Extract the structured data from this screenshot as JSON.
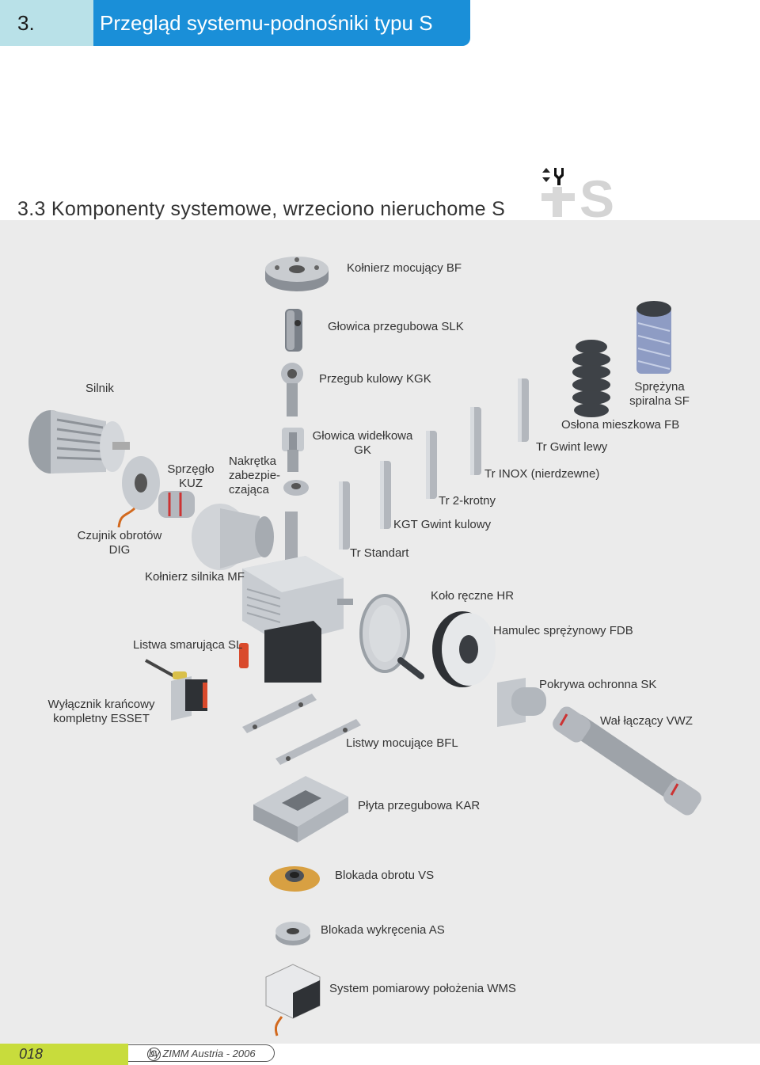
{
  "header": {
    "number": "3.",
    "title": "Przegląd systemu-podnośniki typu S"
  },
  "section": {
    "title": "3.3 Komponenty systemowe, wrzeciono nieruchome S",
    "logo_letter": "S"
  },
  "labels": {
    "bf": "Kołnierz mocujący BF",
    "slk": "Głowica przegubowa SLK",
    "silnik": "Silnik",
    "kgk": "Przegub kulowy KGK",
    "sf": "Sprężyna spiralna SF",
    "fb": "Osłona mieszkowa FB",
    "gk": "Głowica widełkowa GK",
    "tr_lewy": "Tr Gwint lewy",
    "kuz": "Sprzęgło KUZ",
    "nakretka": "Nakrętka zabezpie-czająca",
    "inox": "Tr INOX (nierdzewne)",
    "tr2": "Tr 2-krotny",
    "dig": "Czujnik obrotów DIG",
    "kgt": "KGT Gwint kulowy",
    "tr_std": "Tr Standart",
    "mf": "Kołnierz silnika MF",
    "hr": "Koło ręczne HR",
    "fdb": "Hamulec sprężynowy FDB",
    "sl": "Listwa smarująca SL",
    "sk": "Pokrywa ochronna SK",
    "esset": "Wyłącznik krańcowy kompletny ESSET",
    "vwz": "Wał łączący VWZ",
    "bfl": "Listwy mocujące BFL",
    "kar": "Płyta przegubowa KAR",
    "vs": "Blokada obrotu VS",
    "as": "Blokada wykręcenia AS",
    "wms": "System pomiarowy położenia WMS"
  },
  "footer": {
    "page": "018",
    "copyright": "by ZIMM Austria - 2006",
    "copy_symbol": "C"
  },
  "colors": {
    "header_blue": "#1a8fd8",
    "header_light": "#b9e1e8",
    "footer_green": "#c8dc3c",
    "panel_gray": "#ebebeb"
  }
}
